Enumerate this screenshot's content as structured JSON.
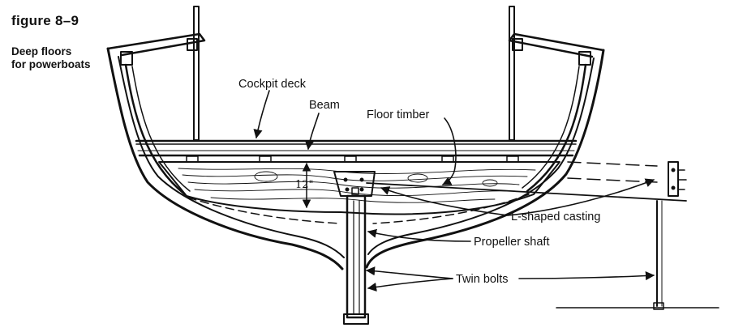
{
  "figure": {
    "title": "figure 8–9",
    "caption": [
      "Deep floors",
      "for powerboats"
    ]
  },
  "labels": {
    "cockpit_deck": "Cockpit deck",
    "beam": "Beam",
    "floor_timber": "Floor timber",
    "dimension": "12\"",
    "l_shaped_casting": "L-shaped casting",
    "propeller_shaft": "Propeller shaft",
    "twin_bolts": "Twin bolts"
  }
}
